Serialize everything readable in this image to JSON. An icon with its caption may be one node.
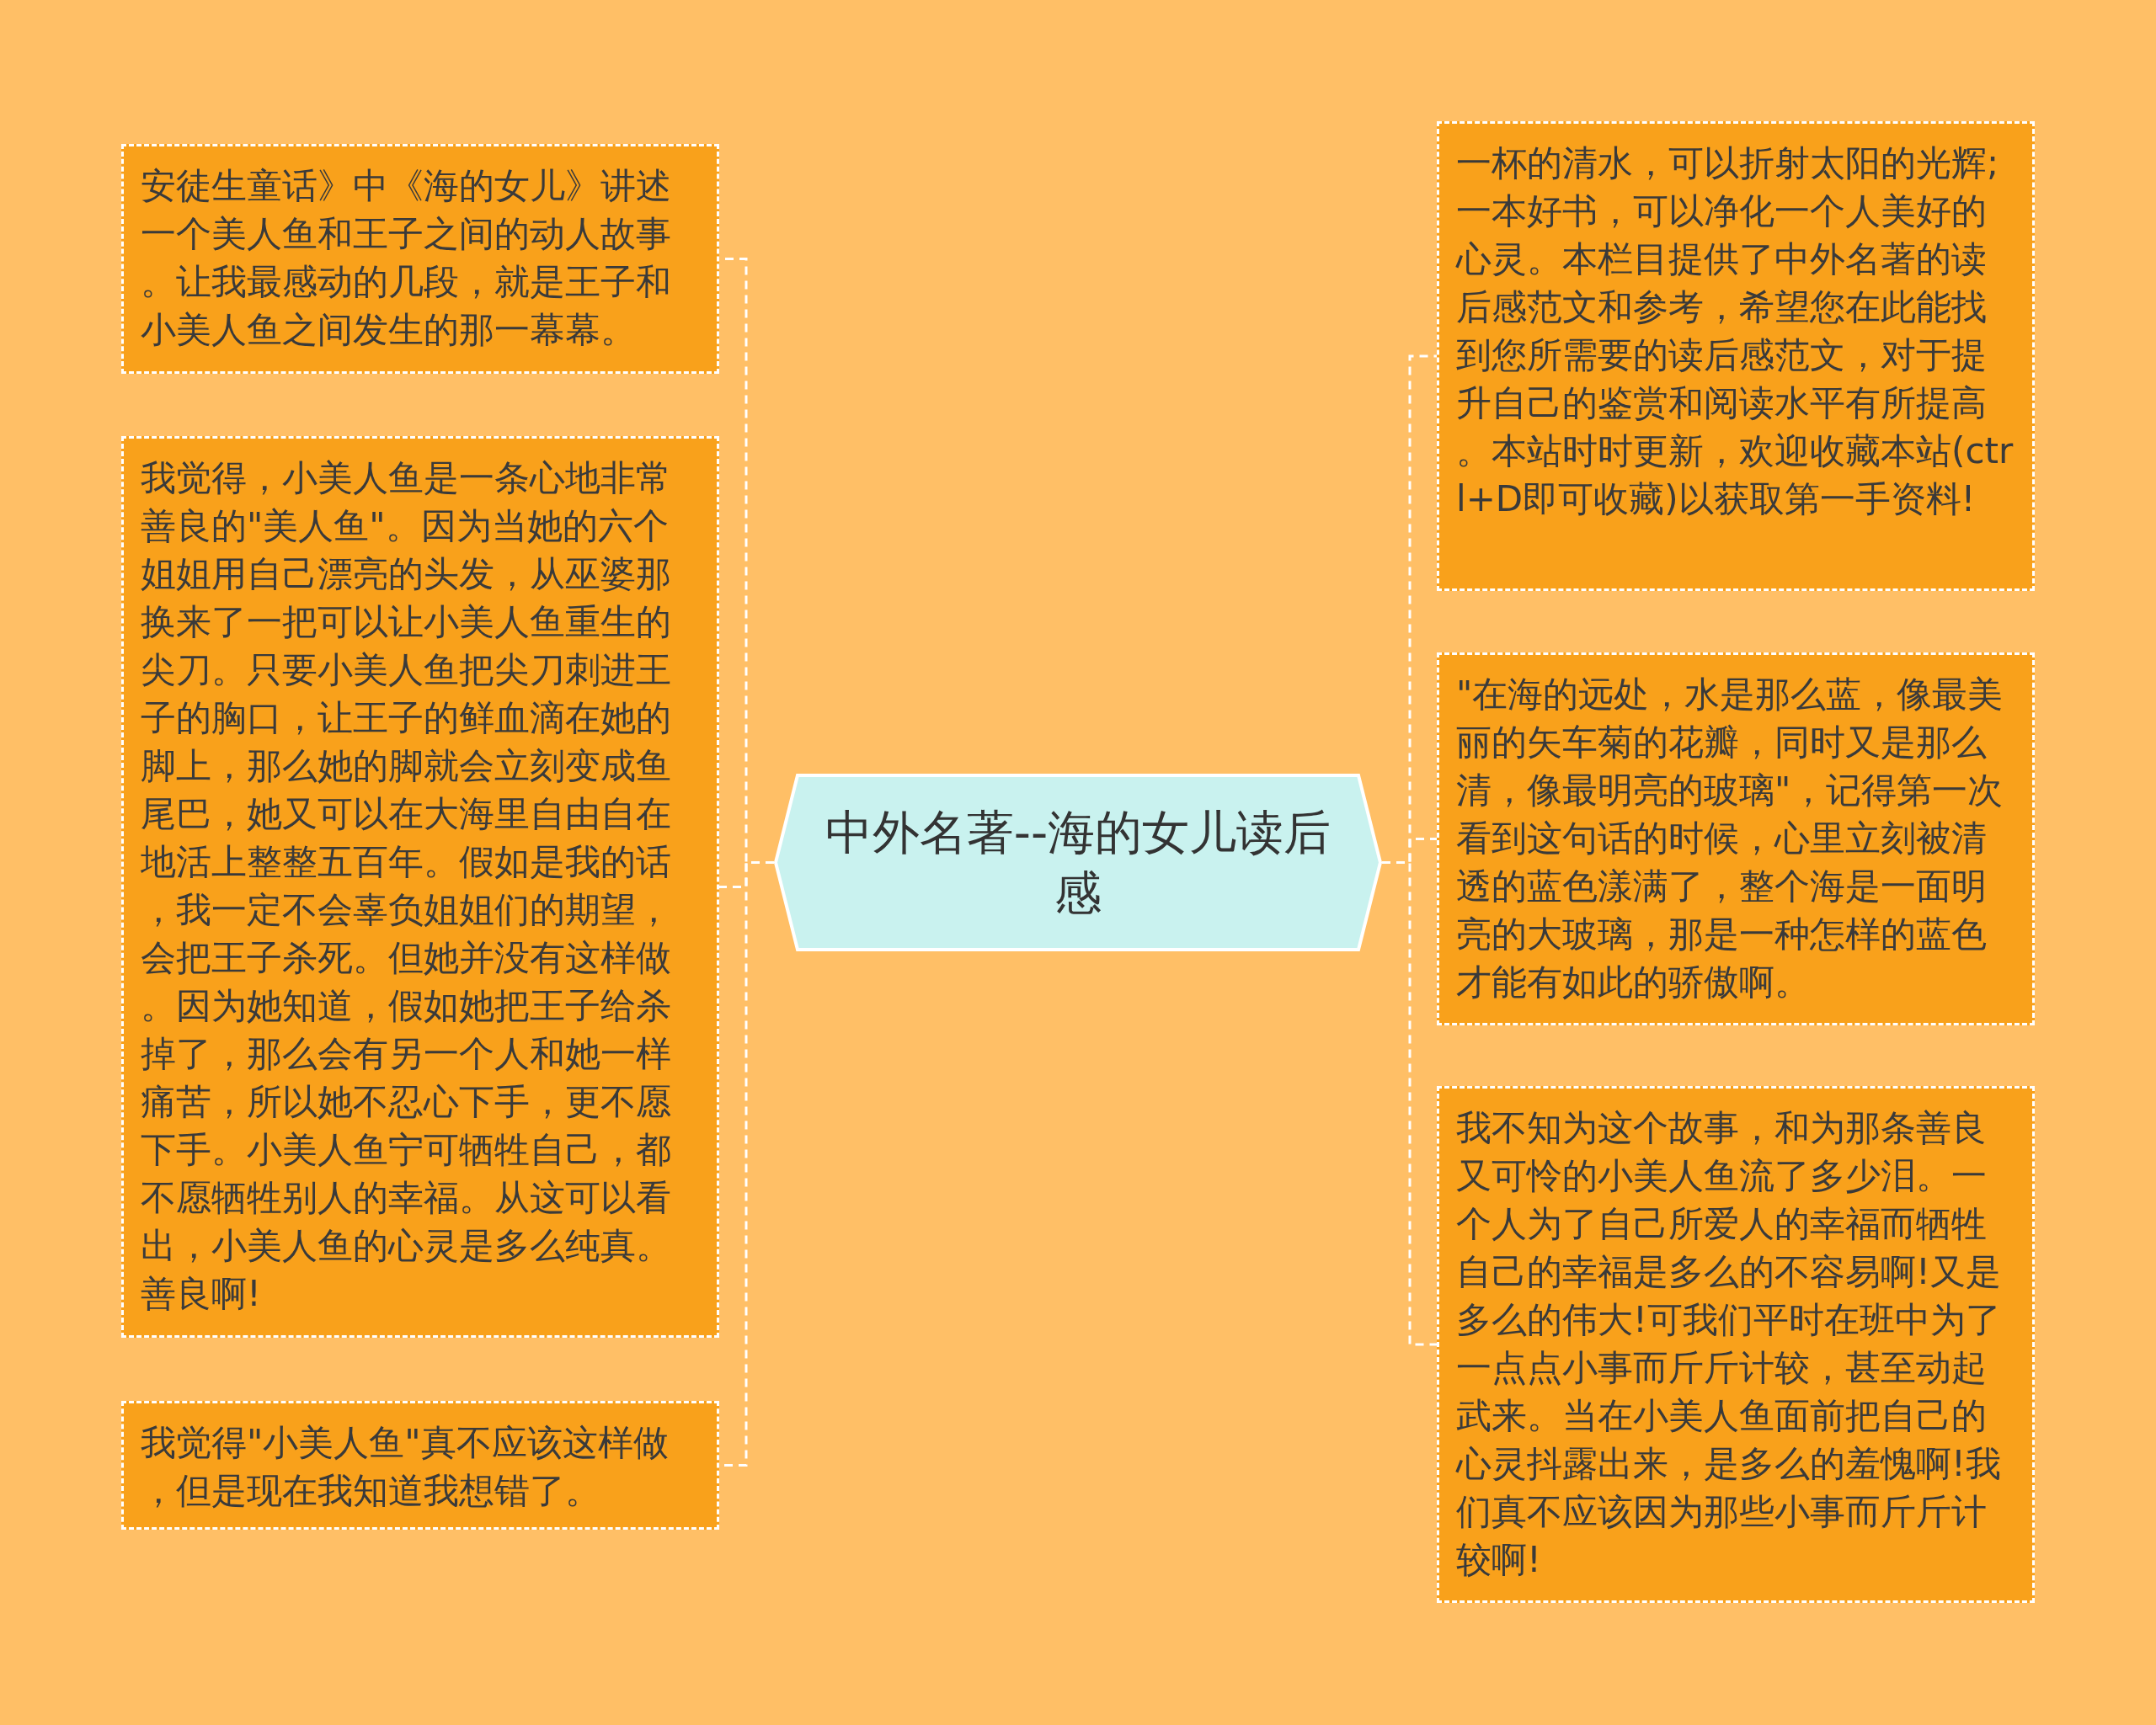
{
  "diagram": {
    "nodes": [
      {
        "text": [
          "中外名著--海的女儿读后感"
        ]
      },
      {
        "text": [
          "安徒生童话》中《海的女儿》讲述一个美人鱼和王子之间的动人故事。让我最感动的几段，就是王子和小美人鱼之间发生的那一幕幕。"
        ]
      },
      {
        "text": [
          "我觉得，小美人鱼是一条心地非常善良的\"美人鱼\"。因为当她的六个姐姐用自己漂亮的头发，从巫婆那换来了一把可以让小美人鱼重生的尖刀。只要小美人鱼把尖刀刺进王子的胸口，让王子的鲜血滴在她的脚上，那么她的脚就会立刻变成鱼尾巴，她又可以在大海里自由自在地活上整整五百年。假如是我的话，我一定不会辜负姐姐们的期望，会把王子杀死。但她并没有这样做。因为她知道，假如她把王子给杀掉了，那么会有另一个人和她一样痛苦，所以她不忍心下手，更不愿下手。小美人鱼宁可牺牲自己，都不愿牺牲别人的幸福。从这可以看出，小美人鱼的心灵是多么纯真。善良啊!"
        ]
      },
      {
        "text": [
          "我觉得\"小美人鱼\"真不应该这样做，但是现在我知道我想错了。"
        ]
      },
      {
        "text": [
          "一杯的清水，可以折射太阳的光辉;一本好书，可以净化一个人美好的心灵。本栏目提供了中外名著的读后感范文和参考，希望您在此能找到您所需要的读后感范文，对于提升自己的鉴赏和阅读水平有所提高。本站时时更新，欢迎收藏本站(ctrl+D即可收藏)以获取第一手资料!"
        ]
      },
      {
        "text": [
          "\"在海的远处，水是那么蓝，像最美丽的矢车菊的花瓣，同时又是那么清，像最明亮的玻璃\"，记得第一次看到这句话的时候，心里立刻被清透的蓝色漾满了，整个海是一面明亮的大玻璃，那是一种怎样的蓝色才能有如此的骄傲啊。"
        ]
      },
      {
        "text": [
          "我不知为这个故事，和为那条善良又可怜的小美人鱼流了多少泪。一个人为了自己所爱人的幸福而牺牲自己的幸福是多么的不容易啊!又是多么的伟大!可我们平时在班中为了一点点小事而斤斤计较，甚至动起武来。当在小美人鱼面前把自己的心灵抖露出来，是多么的羞愧啊!我们真不应该因为那些小事而斤斤计较啊!"
        ]
      }
    ],
    "edges": [
      {
        "from": 0,
        "to": 1,
        "arrow": "none",
        "style": "dashed"
      },
      {
        "from": 0,
        "to": 2,
        "arrow": "none",
        "style": "dashed"
      },
      {
        "from": 0,
        "to": 3,
        "arrow": "none",
        "style": "dashed"
      },
      {
        "from": 0,
        "to": 4,
        "arrow": "none",
        "style": "dashed"
      },
      {
        "from": 0,
        "to": 5,
        "arrow": "none",
        "style": "dashed"
      },
      {
        "from": 0,
        "to": 6,
        "arrow": "none",
        "style": "dashed"
      }
    ]
  }
}
